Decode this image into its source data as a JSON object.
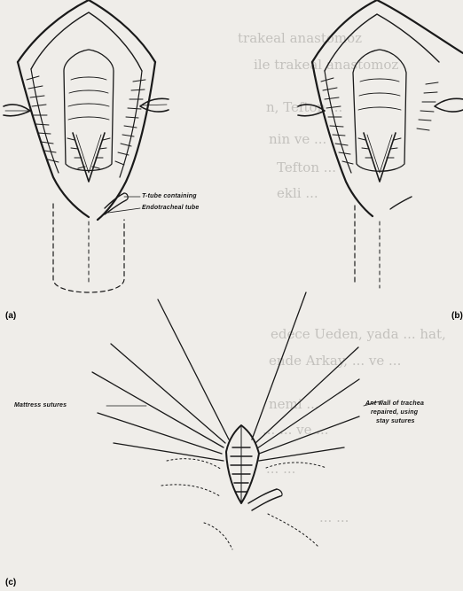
{
  "ghost_text": [
    "trakeal anastomoz",
    "ile trakeal anastomoz",
    "n, Tefton ...",
    "nin ve ...",
    "Tefton ...",
    "ekli ... ",
    "edece Ueden, yada ... hat,",
    "ende Arkay, ... ve ...",
    "nemi ... ",
    "... ... ve ...",
    "... ... ",
    "... ... "
  ],
  "figure": {
    "panels": [
      {
        "letter": "(a)",
        "labels": [
          "T-tube containing",
          "Endotracheal tube"
        ]
      },
      {
        "letter": "(b)",
        "labels": []
      },
      {
        "letter": "(c)",
        "labels": [
          "Mattress sutures",
          "Ant wall of trachea",
          "repaired, using",
          "stay sutures"
        ]
      }
    ]
  }
}
